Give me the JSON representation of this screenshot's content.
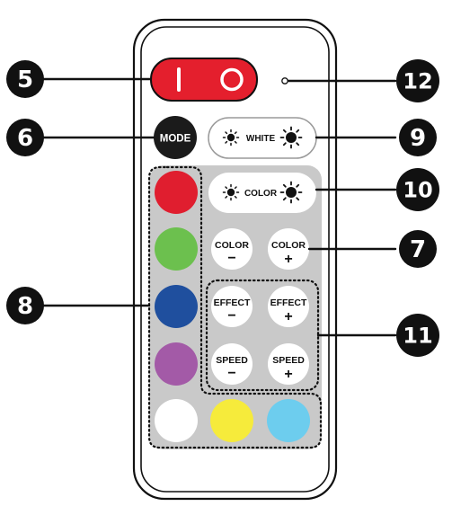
{
  "remote": {
    "power": {
      "off_symbol": "I",
      "on_symbol": "O"
    },
    "mode": {
      "label": "MODE"
    },
    "white": {
      "label": "WHITE"
    },
    "color_brightness": {
      "label": "COLOR"
    },
    "color_minus": {
      "label": "COLOR",
      "sign": "−"
    },
    "color_plus": {
      "label": "COLOR",
      "sign": "+"
    },
    "effect_minus": {
      "label": "EFFECT",
      "sign": "−"
    },
    "effect_plus": {
      "label": "EFFECT",
      "sign": "+"
    },
    "speed_minus": {
      "label": "SPEED",
      "sign": "−"
    },
    "speed_plus": {
      "label": "SPEED",
      "sign": "+"
    },
    "color_swatches": {
      "red": "#e01e2f",
      "green": "#6cc04e",
      "blue": "#1f4f9e",
      "purple": "#a35aa7",
      "white": "#ffffff",
      "yellow": "#f6eb3b",
      "light_blue": "#6dcdee"
    },
    "colors": {
      "power_button": "#e41f2d",
      "mode_button": "#1b1b1b",
      "panel": "#c9c9c9",
      "callout": "#111111"
    }
  },
  "callouts": {
    "c5": "5",
    "c6": "6",
    "c8": "8",
    "c9": "9",
    "c10": "10",
    "c7": "7",
    "c11": "11",
    "c12": "12"
  }
}
